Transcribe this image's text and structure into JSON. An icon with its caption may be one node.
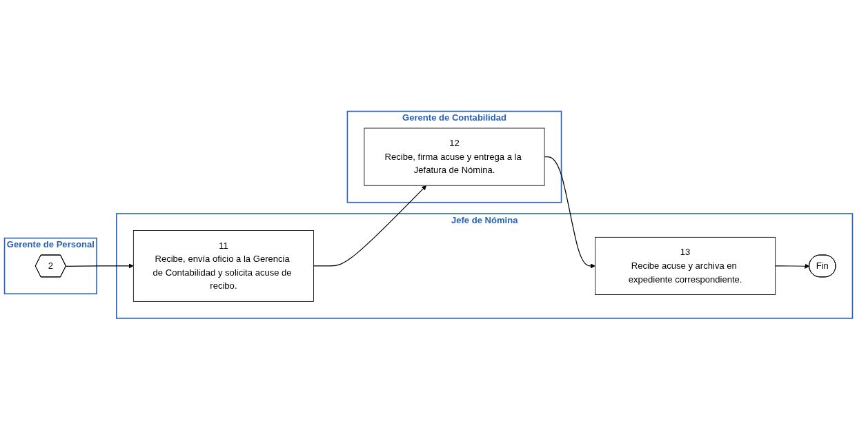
{
  "diagram": {
    "nodes": [
      {
        "text": [
          "Jefe de Nómina"
        ]
      },
      {
        "text": [
          "Gerente de Personal"
        ]
      },
      {
        "text": [
          "Gerente de Contabilidad"
        ]
      },
      {
        "text": [
          "2"
        ],
        "in": 1
      },
      {
        "text": [
          "11",
          "Recibe, envía oficio a la Gerencia de Contabilidad y solicita acuse de recibo."
        ],
        "in": 0
      },
      {
        "text": [
          "12",
          "Recibe, firma acuse y entrega a la Jefatura de Nómina."
        ],
        "in": 2
      },
      {
        "text": [
          "13",
          "Recibe acuse y archiva en expediente correspondiente."
        ],
        "in": 0
      },
      {
        "text": [
          "Fin"
        ],
        "in": 0
      }
    ],
    "edges": [
      {
        "from": 3,
        "to": 4,
        "arrow": "to"
      },
      {
        "from": 4,
        "to": 5,
        "arrow": "to"
      },
      {
        "from": 5,
        "to": 6,
        "arrow": "to"
      },
      {
        "from": 6,
        "to": 7,
        "arrow": "to"
      }
    ]
  }
}
